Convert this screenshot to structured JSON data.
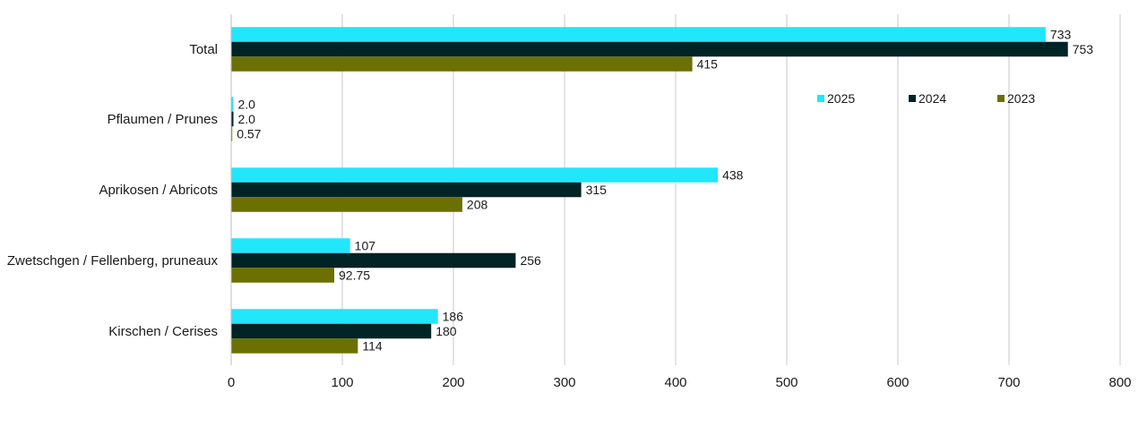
{
  "chart_data": {
    "type": "bar",
    "orientation": "horizontal",
    "categories": [
      "Total",
      "Pflaumen / Prunes",
      "Aprikosen / Abricots",
      "Zwetschgen / Fellenberg, pruneaux",
      "Kirschen / Cerises"
    ],
    "series": [
      {
        "name": "2025",
        "color": "#22e6fb",
        "values": [
          733,
          2.0,
          438,
          107,
          186
        ],
        "labels": [
          "733",
          "2.0",
          "438",
          "107",
          "186"
        ]
      },
      {
        "name": "2024",
        "color": "#002326",
        "values": [
          753,
          2.0,
          315,
          256,
          180
        ],
        "labels": [
          "753",
          "2.0",
          "315",
          "256",
          "180"
        ]
      },
      {
        "name": "2023",
        "color": "#6b7000",
        "values": [
          415,
          0.57,
          208,
          92.75,
          114
        ],
        "labels": [
          "415",
          "0.57",
          "208",
          "92.75",
          "114"
        ]
      }
    ],
    "xlim": [
      0,
      800
    ],
    "xticks": [
      0,
      100,
      200,
      300,
      400,
      500,
      600,
      700,
      800
    ],
    "grid": "vertical",
    "legend_position": "top-right",
    "title": "",
    "xlabel": "",
    "ylabel": ""
  }
}
